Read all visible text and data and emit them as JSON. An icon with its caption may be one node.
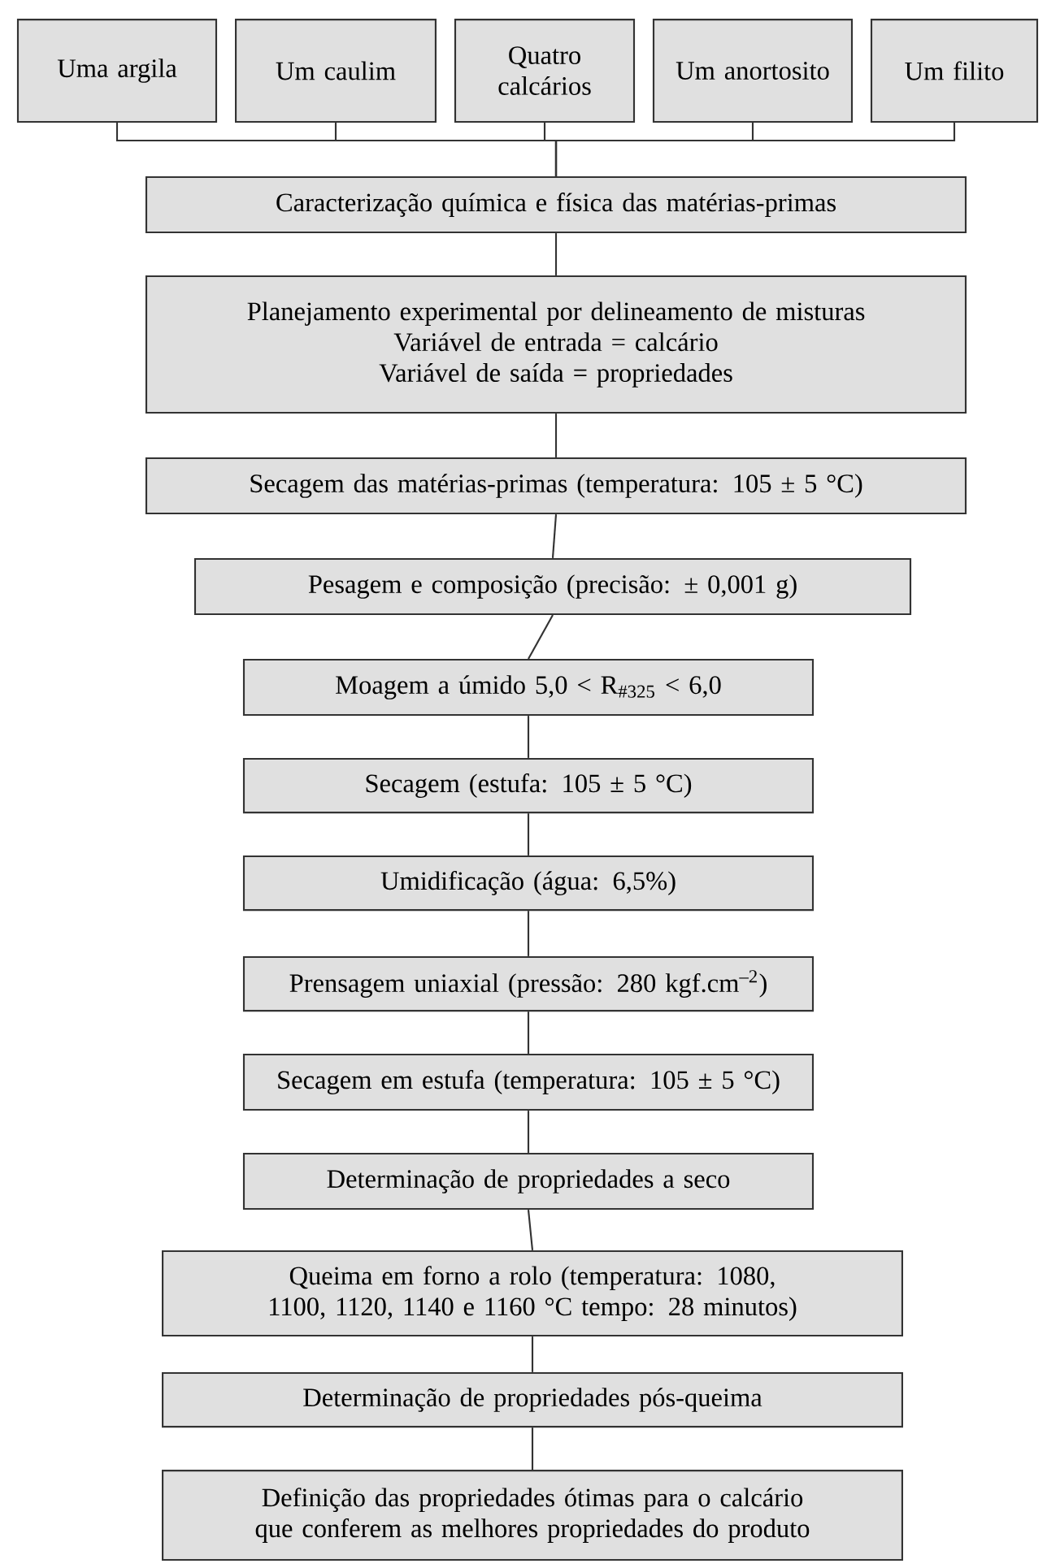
{
  "diagram": {
    "nodes": [
      {
        "text": [
          "Uma argila"
        ]
      },
      {
        "text": [
          "Um caulim"
        ]
      },
      {
        "text": [
          "Quatro calcários"
        ]
      },
      {
        "text": [
          "Um anortosito"
        ]
      },
      {
        "text": [
          "Um filito"
        ]
      },
      {
        "text": [
          "Caracterização química e física das matérias-primas"
        ]
      },
      {
        "text": [
          "Planejamento experimental por delineamento de misturas",
          "Variável de entrada = calcário",
          "Variável de saída = propriedades"
        ]
      },
      {
        "text": [
          "Secagem das matérias-primas (temperatura: 105 ± 5 °C)"
        ]
      },
      {
        "text": [
          "Pesagem e composição (precisão: ± 0,001 g)"
        ]
      },
      {
        "text": [
          "Moagem a úmido 5,0 < R$_{#325}$ < 6,0"
        ]
      },
      {
        "text": [
          "Secagem (estufa: 105 ± 5 °C)"
        ]
      },
      {
        "text": [
          "Umidificação (água: 6,5%)"
        ]
      },
      {
        "text": [
          "Prensagem uniaxial (pressão: 280 kgf.cm$^{–2}$)"
        ]
      },
      {
        "text": [
          "Secagem em estufa (temperatura: 105 ± 5 °C)"
        ]
      },
      {
        "text": [
          "Determinação de propriedades a seco"
        ]
      },
      {
        "text": [
          "Queima em forno a rolo (temperatura: 1080, 1100, 1120, 1140 e 1160 °C tempo: 28 minutos)"
        ]
      },
      {
        "text": [
          "Determinação de propriedades pós-queima"
        ]
      },
      {
        "text": [
          "Definição das propriedades ótimas para o calcário que conferem as melhores propriedades do produto"
        ]
      }
    ],
    "edges": [
      {
        "from": 0,
        "to": 5,
        "arrow": "none"
      },
      {
        "from": 1,
        "to": 5,
        "arrow": "none"
      },
      {
        "from": 2,
        "to": 5,
        "arrow": "none"
      },
      {
        "from": 3,
        "to": 5,
        "arrow": "none"
      },
      {
        "from": 4,
        "to": 5,
        "arrow": "none"
      },
      {
        "from": 5,
        "to": 6,
        "arrow": "none"
      },
      {
        "from": 6,
        "to": 7,
        "arrow": "none"
      },
      {
        "from": 7,
        "to": 8,
        "arrow": "none"
      },
      {
        "from": 8,
        "to": 9,
        "arrow": "none"
      },
      {
        "from": 9,
        "to": 10,
        "arrow": "none"
      },
      {
        "from": 10,
        "to": 11,
        "arrow": "none"
      },
      {
        "from": 11,
        "to": 12,
        "arrow": "none"
      },
      {
        "from": 12,
        "to": 13,
        "arrow": "none"
      },
      {
        "from": 13,
        "to": 14,
        "arrow": "none"
      },
      {
        "from": 14,
        "to": 15,
        "arrow": "none"
      },
      {
        "from": 15,
        "to": 16,
        "arrow": "none"
      },
      {
        "from": 16,
        "to": 17,
        "arrow": "none"
      }
    ]
  }
}
